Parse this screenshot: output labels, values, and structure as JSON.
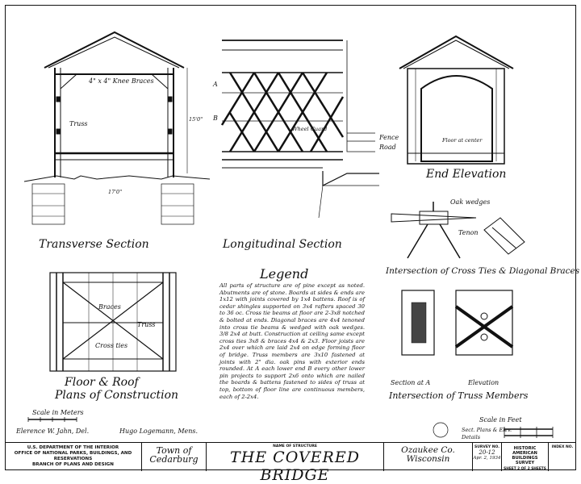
{
  "drawings": {
    "transverse": {
      "title": "Transverse Section",
      "knee": "4\" x 4\" Knee Braces",
      "truss": "Truss",
      "height": "15'0\"",
      "width": "17'0\""
    },
    "longitudinal": {
      "title": "Longitudinal Section",
      "a": "A",
      "b": "B",
      "wheel_guard": "Wheel Guard",
      "fence": "Fence",
      "road": "Road"
    },
    "end": {
      "title": "End Elevation",
      "floor": "Floor at center"
    },
    "intersection_ties": {
      "title": "Intersection of Cross Ties & Diagonal Braces",
      "wedges": "Oak wedges",
      "tenon": "Tenon"
    },
    "plans": {
      "title1": "Floor & Roof",
      "title2": "Plans of Construction",
      "braces": "Braces",
      "truss": "Truss",
      "cross_ties": "Cross ties"
    },
    "truss_members": {
      "section": "Section at A",
      "elevation": "Elevation",
      "title": "Intersection of Truss Members"
    }
  },
  "legend": {
    "title": "Legend",
    "text": "All parts of structure are of pine except as noted. Abutments are of stone. Boards at sides & ends are 1x12 with joints covered by 1x4 battens. Roof is of cedar shingles supported on 3x4 rafters spaced 30 to 36 oc. Cross tie beams at floor are 2-3x8 notched & bolted at ends. Diagonal braces are 4x4 tenoned into cross tie beams & wedged with oak wedges. 3/8 2x4 at butt. Construction at ceiling same except cross ties 3x8 & braces 4x4 & 2x3. Floor joists are 2x4 over which are laid 2x4 on edge forming floor of bridge. Truss members are 3x10 fastened at joints with 2\" dia. oak pins with exterior ends rounded. At A each lower end B every other lower pin projects to support 2x6 onto which are nailed the boards & battens fastened to sides of truss at top, bottom of floor line are continuous members, each of 2-2x4."
  },
  "scale_m": {
    "label": "Scale in Meters"
  },
  "scale_ft": {
    "label": "Scale in Feet",
    "sub1": "Sect. Plans & Elev.",
    "sub2": "Details"
  },
  "credits": {
    "del": "Elerence W. Jahn, Del.",
    "mens": "Hugo Logemann, Mens."
  },
  "titleblock": {
    "agency1": "U.S. DEPARTMENT OF THE INTERIOR",
    "agency2": "OFFICE OF NATIONAL PARKS, BUILDINGS, AND RESERVATIONS",
    "agency3": "BRANCH OF PLANS AND DESIGN",
    "town1": "Town of",
    "town2": "Cedarburg",
    "name_label": "NAME OF STRUCTURE",
    "name": "THE COVERED BRIDGE",
    "county1": "Ozaukee Co.",
    "county2": "Wisconsin",
    "survey_label": "SURVEY NO.",
    "survey": "20-12",
    "date": "Apr. 2, 1934",
    "habs1": "HISTORIC AMERICAN",
    "habs2": "BUILDINGS SURVEY",
    "sheet": "SHEET 2 OF 2 SHEETS",
    "index": "INDEX NO."
  }
}
